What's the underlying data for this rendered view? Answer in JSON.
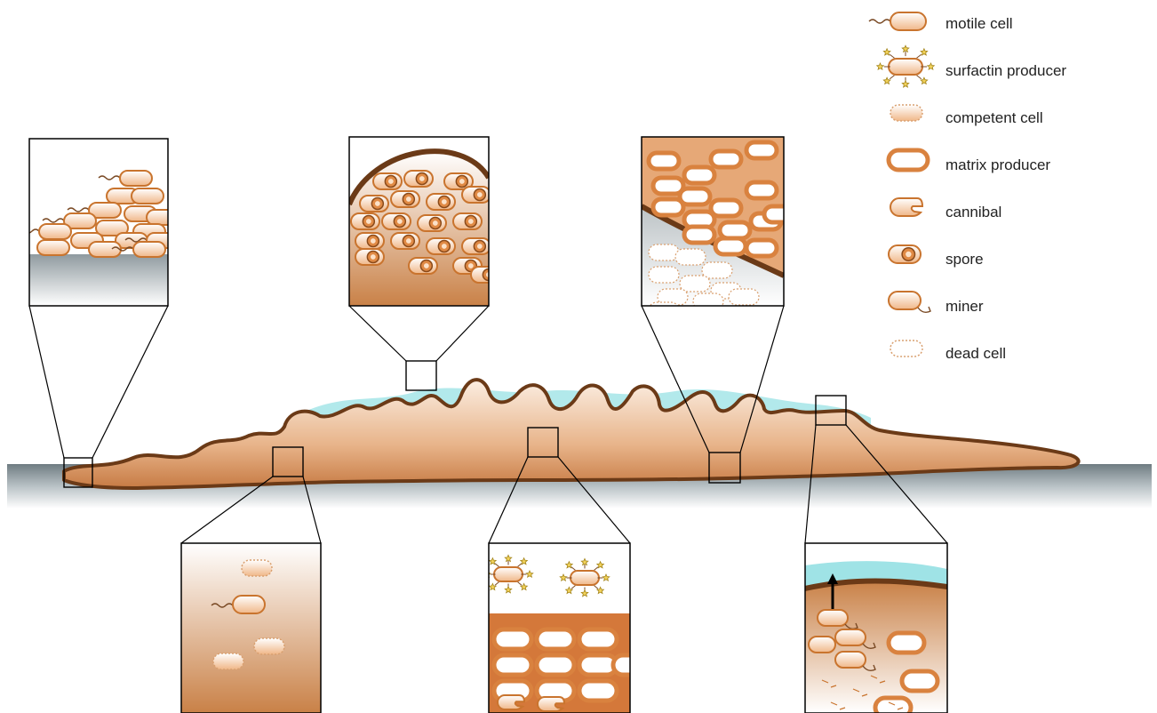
{
  "legend": [
    {
      "id": "motile",
      "label": "motile cell",
      "icon": "motile-cell-icon"
    },
    {
      "id": "surfactin",
      "label": "surfactin producer",
      "icon": "surfactin-producer-icon"
    },
    {
      "id": "competent",
      "label": "competent cell",
      "icon": "competent-cell-icon"
    },
    {
      "id": "matrix",
      "label": "matrix producer",
      "icon": "matrix-producer-icon"
    },
    {
      "id": "cannibal",
      "label": "cannibal",
      "icon": "cannibal-icon"
    },
    {
      "id": "spore",
      "label": "spore",
      "icon": "spore-icon"
    },
    {
      "id": "miner",
      "label": "miner",
      "icon": "miner-icon"
    },
    {
      "id": "dead",
      "label": "dead cell",
      "icon": "dead-cell-icon"
    }
  ],
  "colors": {
    "biofilm": "#d99a68",
    "outline": "#6b3a17",
    "cell_orange": "#e08a45",
    "surface": "#7d8a90",
    "liquid": "#9fe3e6",
    "star": "#e8c23a"
  }
}
